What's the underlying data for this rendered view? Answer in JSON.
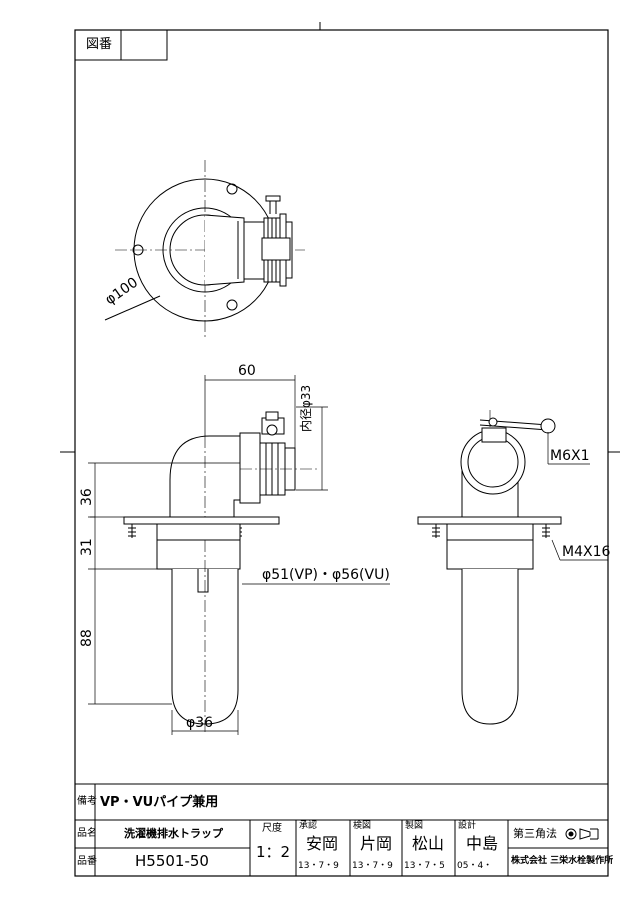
{
  "drawing_no_label": "図番",
  "drawing_no_value": "",
  "dimensions": {
    "d100": "φ100",
    "w60": "60",
    "inner33": "内径φ33",
    "h36": "36",
    "h31": "31",
    "h88": "88",
    "d36": "φ36",
    "pipe": "φ51(VP)・φ56(VU)",
    "m6": "M6X1",
    "m4": "M4X16"
  },
  "title_block": {
    "remarks_label": "備考",
    "remarks_value": "VP・VUパイプ兼用",
    "name_label": "品名",
    "name_value": "洗濯機排水トラップ",
    "partno_label": "品番",
    "partno_value": "H5501-50",
    "scale_label": "尺度",
    "scale_value": "1：2",
    "approved_label": "承認",
    "approved_name": "安岡",
    "approved_date": "13・7・9",
    "checked_label": "検図",
    "checked_name": "片岡",
    "checked_date": "13・7・9",
    "drawn_label": "製図",
    "drawn_name": "松山",
    "drawn_date": "13・7・5",
    "design_label": "設計",
    "design_name": "中島",
    "design_date": "05・4・",
    "projection_label": "第三角法",
    "company": "株式会社 三栄水栓製作所"
  }
}
